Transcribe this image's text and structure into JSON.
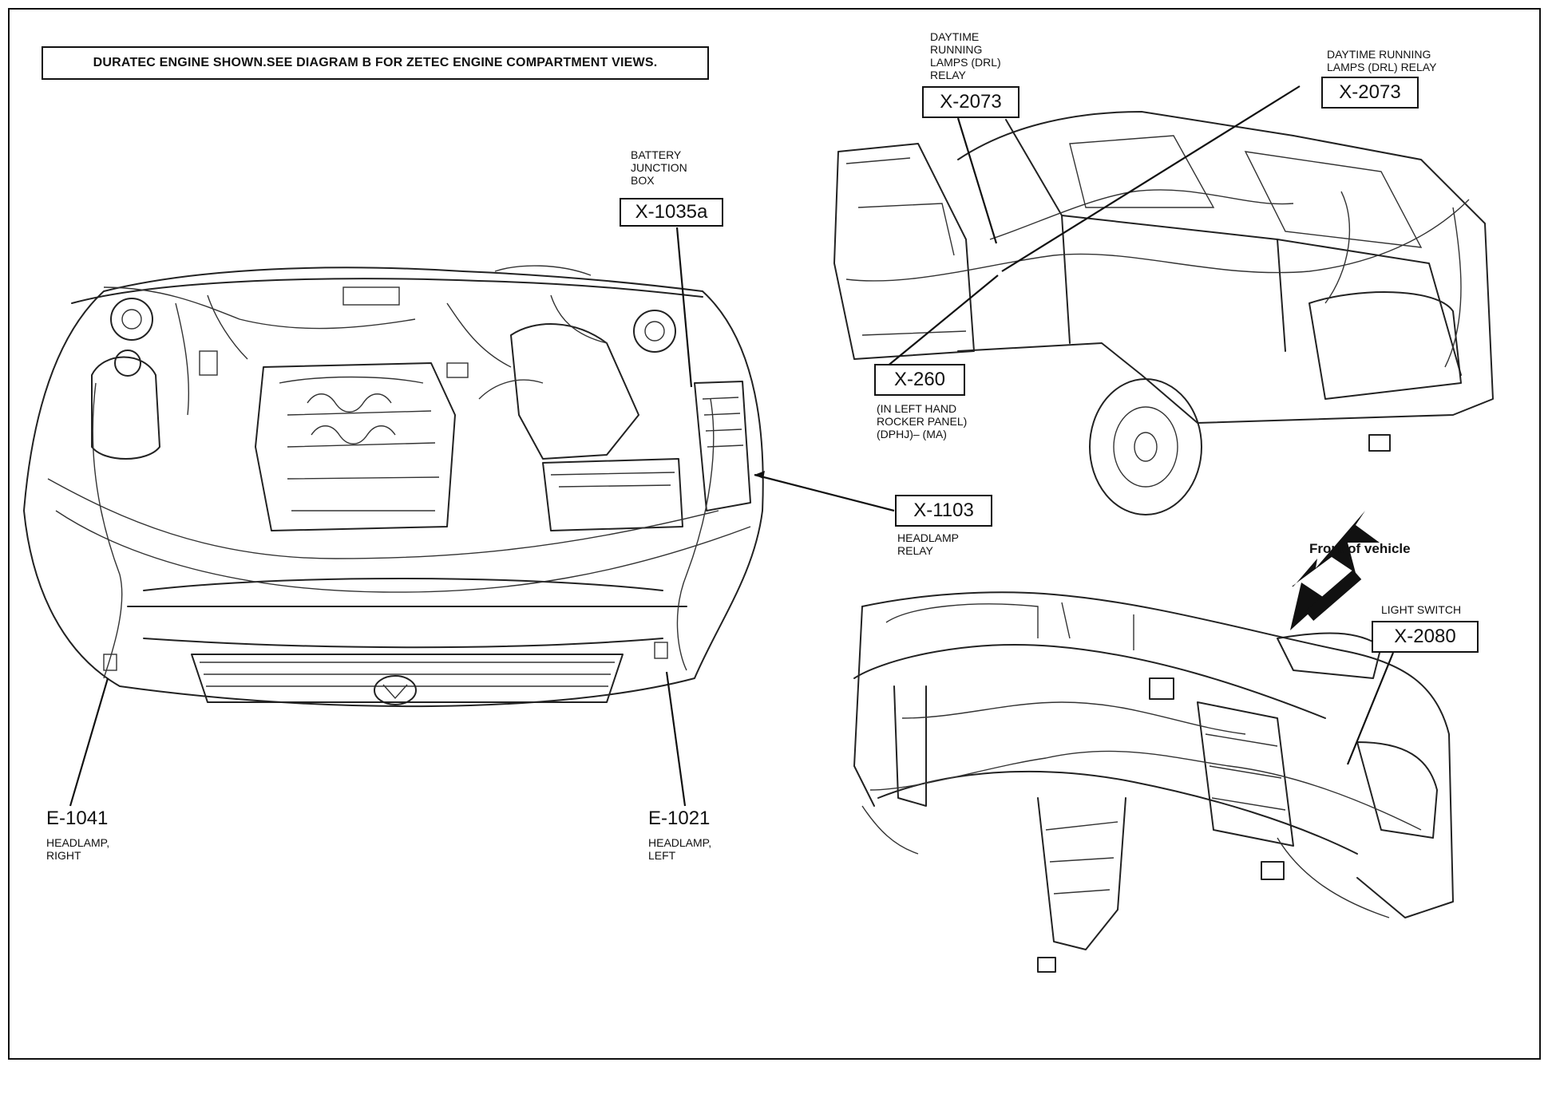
{
  "header_note": "DURATEC ENGINE SHOWN.SEE DIAGRAM B FOR ZETEC ENGINE COMPARTMENT VIEWS.",
  "callouts": {
    "battery_box": {
      "lines": [
        "BATTERY",
        "JUNCTION",
        "BOX"
      ],
      "code": "X-1035a"
    },
    "drl_relay_left": {
      "lines": [
        "DAYTIME",
        "RUNNING",
        "LAMPS (DRL)",
        "RELAY"
      ],
      "code": "X-2073"
    },
    "drl_relay_right": {
      "lines": [
        "DAYTIME RUNNING",
        "LAMPS (DRL) RELAY"
      ],
      "code": "X-2073"
    },
    "rocker": {
      "code": "X-260",
      "lines": [
        "(IN LEFT HAND",
        "ROCKER PANEL)",
        "(DPHJ)– (MA)"
      ]
    },
    "headlamp_relay": {
      "code": "X-1103",
      "lines": [
        "HEADLAMP",
        "RELAY"
      ]
    },
    "light_switch": {
      "label": "LIGHT SWITCH",
      "code": "X-2080"
    },
    "headlamp_right": {
      "code": "E-1041",
      "lines": [
        "HEADLAMP,",
        "RIGHT"
      ]
    },
    "headlamp_left": {
      "code": "E-1021",
      "lines": [
        "HEADLAMP,",
        "LEFT"
      ]
    }
  },
  "front_of_vehicle": "Front of vehicle",
  "colors": {
    "ink": "#111111",
    "paper": "#ffffff"
  },
  "icons": [
    "engine-compartment-drawing",
    "vehicle-body-drawing",
    "instrument-panel-drawing",
    "front-direction-arrow-icon"
  ]
}
